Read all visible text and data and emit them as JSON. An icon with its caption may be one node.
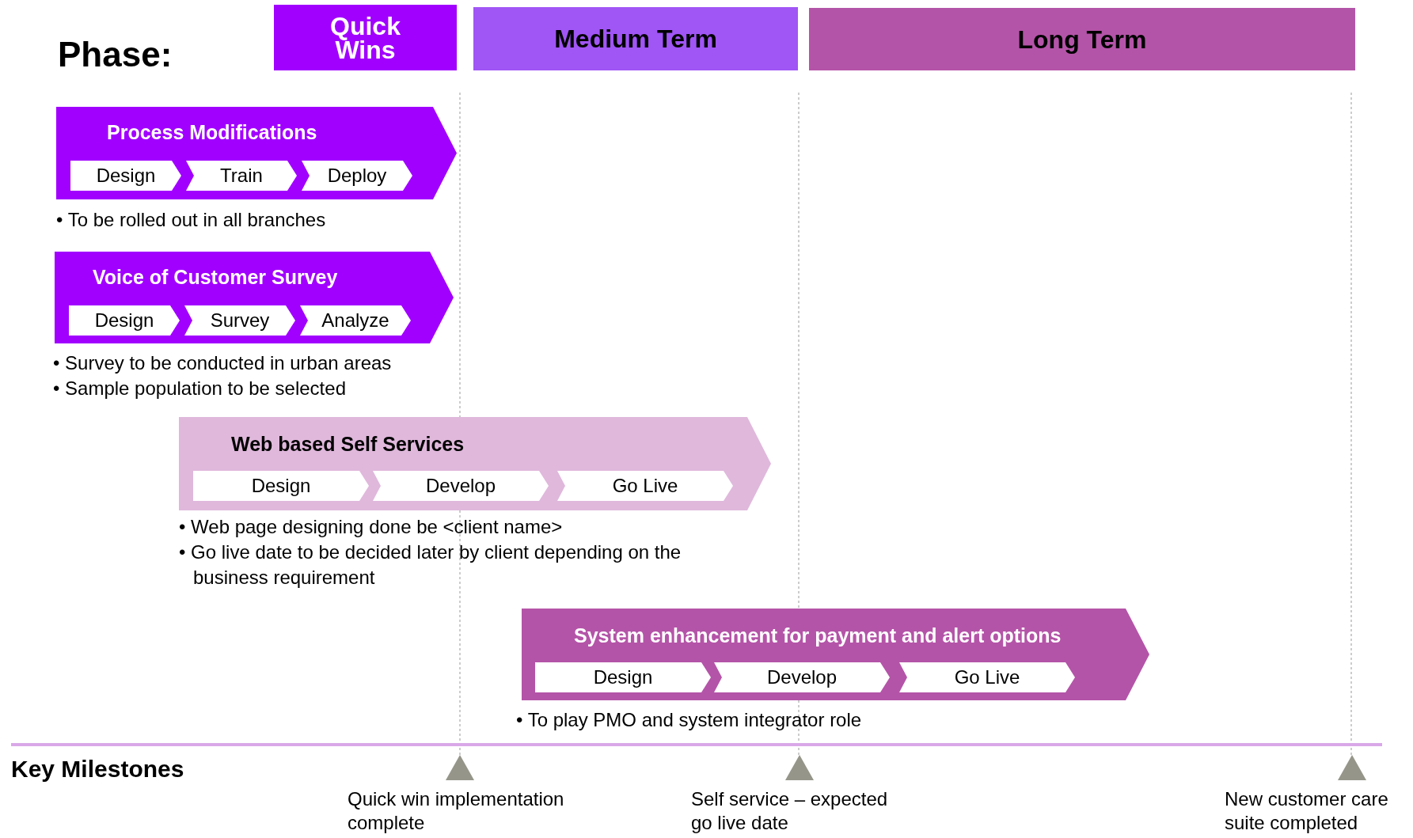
{
  "diagram": {
    "nodes": [
      {
        "text": [
          "Quick Wins"
        ]
      },
      {
        "text": [
          "Medium Term"
        ]
      },
      {
        "text": [
          "Long Term"
        ]
      },
      {
        "text": [
          "Process Modifications"
        ],
        "beside": [
          "• To be rolled out in all branches"
        ]
      },
      {
        "text": [
          "Design"
        ],
        "in": 3
      },
      {
        "text": [
          "Train"
        ],
        "in": 3
      },
      {
        "text": [
          "Deploy"
        ],
        "in": 3
      },
      {
        "text": [
          "Voice of Customer Survey"
        ],
        "beside": [
          "• Survey to be conducted in urban areas",
          "• Sample population to be selected"
        ]
      },
      {
        "text": [
          "Design"
        ],
        "in": 7
      },
      {
        "text": [
          "Survey"
        ],
        "in": 7
      },
      {
        "text": [
          "Analyze"
        ],
        "in": 7
      },
      {
        "text": [
          "Web based Self Services"
        ],
        "beside": [
          "• Web page designing done be <client name>",
          "• Go live date to be decided later by client depending on the business requirement"
        ]
      },
      {
        "text": [
          "Design"
        ],
        "in": 11
      },
      {
        "text": [
          "Develop"
        ],
        "in": 11
      },
      {
        "text": [
          "Go Live"
        ],
        "in": 11
      },
      {
        "text": [
          "System enhancement for payment and alert options"
        ],
        "beside": [
          "• To play PMO and system integrator role"
        ]
      },
      {
        "text": [
          "Design"
        ],
        "in": 15
      },
      {
        "text": [
          "Develop"
        ],
        "in": 15
      },
      {
        "text": [
          "Go Live"
        ],
        "in": 15
      },
      {
        "text": [],
        "shape": "triangle",
        "beside": [
          "Quick win implementation complete"
        ]
      },
      {
        "text": [],
        "shape": "triangle",
        "beside": [
          "Self service – expected go live date"
        ]
      },
      {
        "text": [],
        "shape": "triangle",
        "beside": [
          "New customer care suite completed"
        ]
      }
    ],
    "labels": [
      "Phase:",
      "Key Milestones"
    ]
  }
}
